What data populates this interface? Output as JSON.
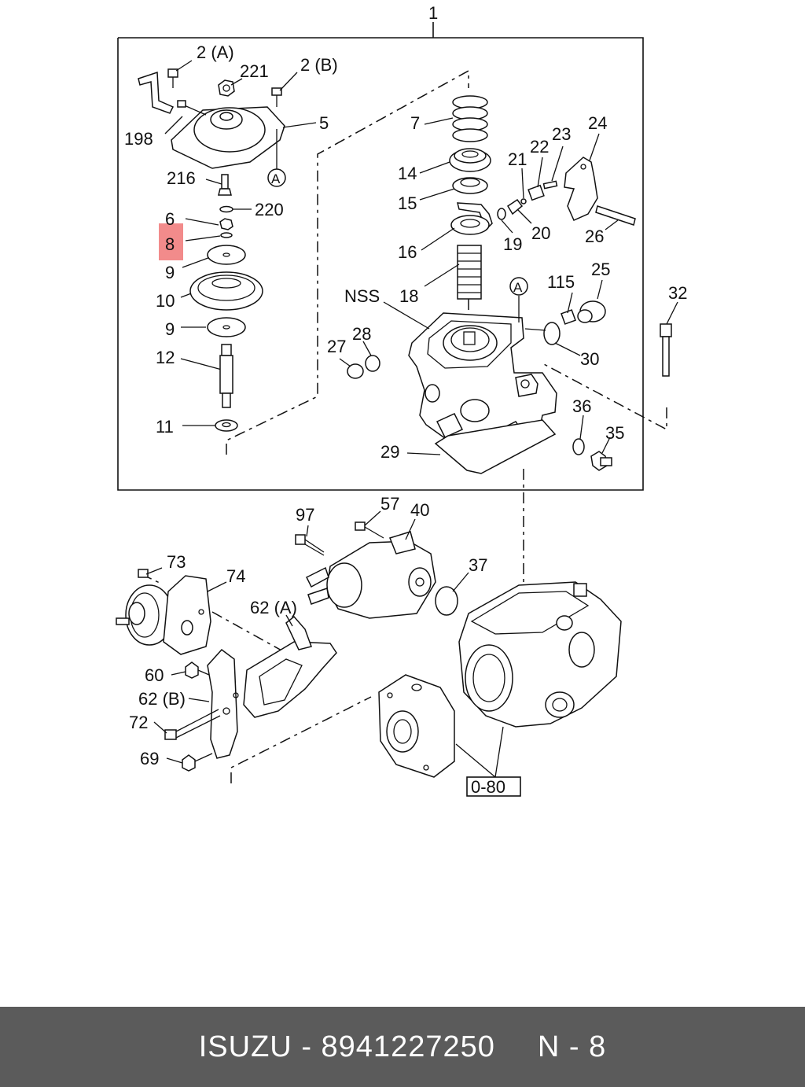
{
  "diagram": {
    "callouts": {
      "c1": "1",
      "c2a": "2 (A)",
      "c221": "221",
      "c2b": "2 (B)",
      "c198": "198",
      "c5": "5",
      "cA_top": "A",
      "c216": "216",
      "c220": "220",
      "c6": "6",
      "c8": "8",
      "c9a": "9",
      "c10": "10",
      "c9b": "9",
      "c12": "12",
      "c11": "11",
      "c7": "7",
      "c14": "14",
      "c15": "15",
      "c16": "16",
      "c18": "18",
      "c19": "19",
      "c20": "20",
      "c21": "21",
      "c22": "22",
      "c23": "23",
      "c24": "24",
      "c26": "26",
      "cnss": "NSS",
      "cA_mid": "A",
      "c115": "115",
      "c25": "25",
      "c30": "30",
      "c27": "27",
      "c28": "28",
      "c29": "29",
      "c32": "32",
      "c36": "36",
      "c35": "35",
      "c97": "97",
      "c57": "57",
      "c40": "40",
      "c37": "37",
      "c73": "73",
      "c74": "74",
      "c62a": "62 (A)",
      "c60": "60",
      "c62b": "62 (B)",
      "c72": "72",
      "c69": "69",
      "c080": "0-80"
    },
    "highlight_color": "#f28b8b",
    "highlighted_part": "8"
  },
  "footer": {
    "brand": "ISUZU",
    "separator": "-",
    "part_number": "8941227250",
    "ref_letter": "N",
    "ref_sep": "-",
    "ref_number": "8"
  },
  "colors": {
    "footer_bg": "#5b5b5b",
    "footer_text": "#ffffff",
    "line": "#111111"
  }
}
